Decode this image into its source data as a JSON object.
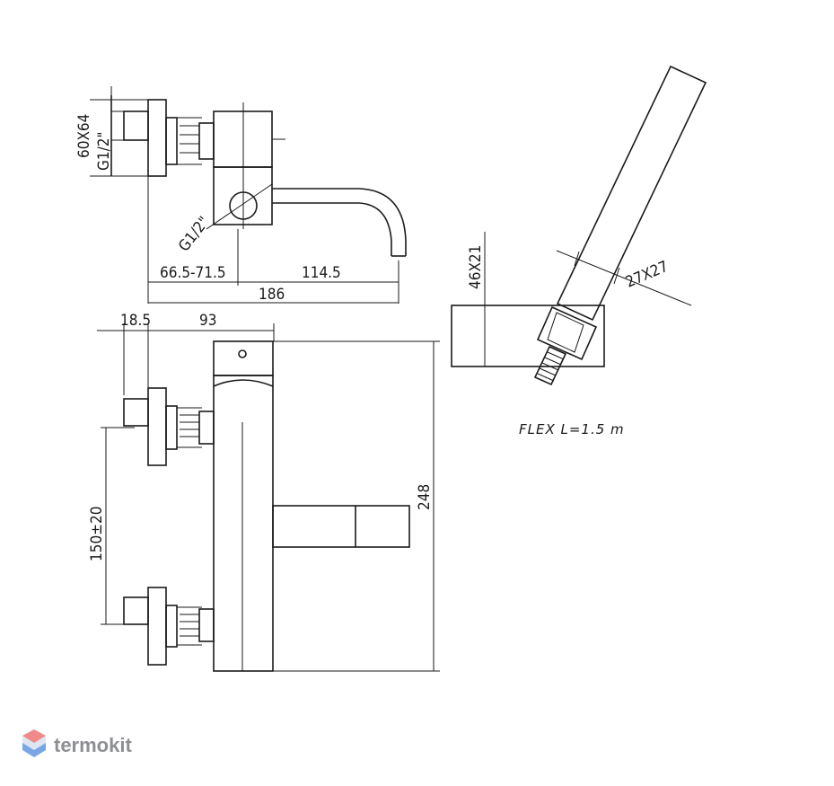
{
  "dimensions": {
    "hex_width": "60X64",
    "thread_top": "G1/2\"",
    "thread_outlet": "G1/2\"",
    "range_6615": "66.5-71.5",
    "spout_reach": "114.5",
    "overall_depth": "186",
    "flange_depth": "18.5",
    "body_depth": "93",
    "centre_distance": "150±20",
    "body_height": "248",
    "handle_size": "46X21",
    "handle_width": "27X27"
  },
  "labels": {
    "hose": "FLEX  L=1.5  m"
  },
  "watermark": {
    "brand": "termokit",
    "colors": {
      "top": "#f08a8a",
      "bottom": "#7aa6e6"
    }
  }
}
